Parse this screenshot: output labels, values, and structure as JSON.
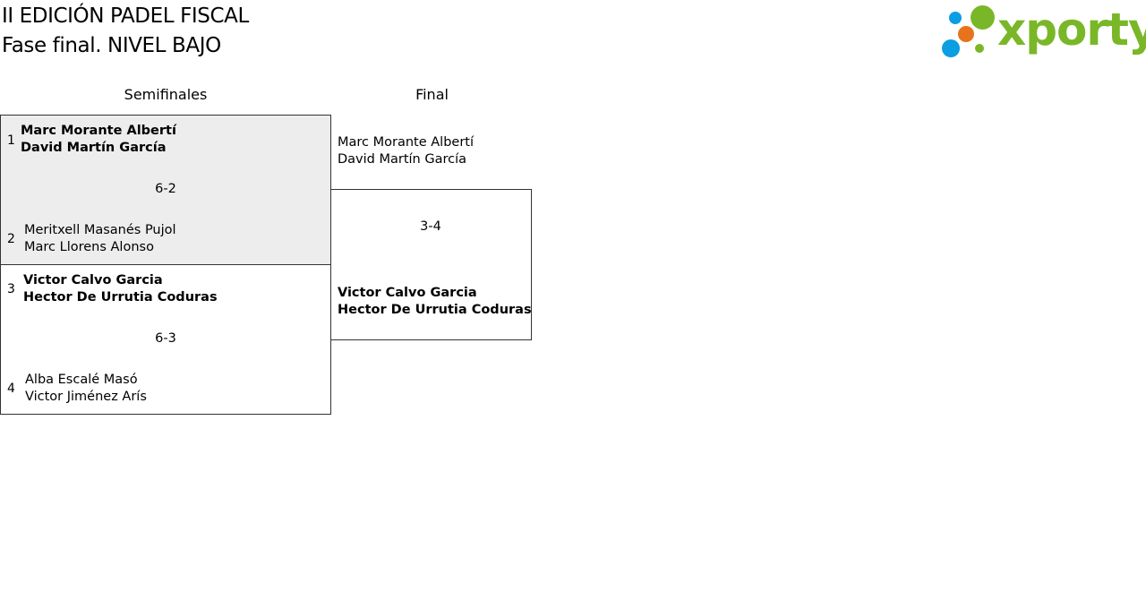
{
  "header": {
    "title_line1": "II EDICIÓN PADEL FISCAL",
    "title_line2": "Fase final. NIVEL BAJO"
  },
  "logo": {
    "text": "xporty",
    "colors": {
      "green": "#7ab728",
      "blue": "#0b9ee3",
      "orange": "#e8731c"
    }
  },
  "rounds": {
    "semifinals": "Semifinales",
    "final": "Final"
  },
  "semifinals": [
    {
      "shaded": true,
      "score": "6-2",
      "top": {
        "seed": "1",
        "player1": "Marc Morante Albertí",
        "player2": "David Martín García",
        "winner": true
      },
      "bottom": {
        "seed": "2",
        "player1": "Meritxell Masanés Pujol",
        "player2": "Marc Llorens Alonso",
        "winner": false
      }
    },
    {
      "shaded": false,
      "score": "6-3",
      "top": {
        "seed": "3",
        "player1": "Victor Calvo Garcia",
        "player2": "Hector De Urrutia Coduras",
        "winner": true
      },
      "bottom": {
        "seed": "4",
        "player1": "Alba Escalé Masó",
        "player2": "Victor Jiménez Arís",
        "winner": false
      }
    }
  ],
  "final": {
    "score": "3-4",
    "top": {
      "player1": "Marc Morante Albertí",
      "player2": "David Martín García",
      "winner": false
    },
    "bottom": {
      "player1": "Victor Calvo Garcia",
      "player2": "Hector De Urrutia Coduras",
      "winner": true
    }
  }
}
